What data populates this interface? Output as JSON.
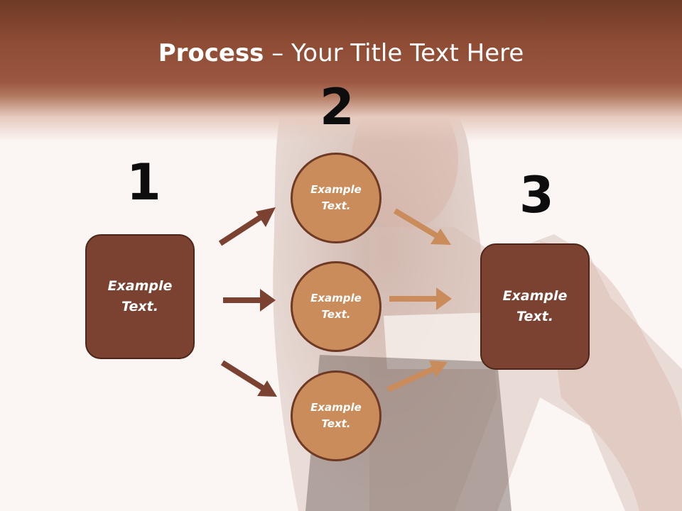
{
  "slide": {
    "title_bold": "Process",
    "title_rest": " – Your Title Text Here"
  },
  "steps": [
    {
      "number": "1",
      "text": "Example Text."
    },
    {
      "number": "2",
      "text": "Example Text."
    },
    {
      "number": "3",
      "text": "Example Text."
    }
  ],
  "circles": [
    {
      "text": "Example Text."
    },
    {
      "text": "Example Text."
    },
    {
      "text": "Example Text."
    }
  ],
  "colors": {
    "header": "#8e4c34",
    "box_fill": "#7b4232",
    "circle_fill": "#c98c5a",
    "arrow_dark": "#7b4232",
    "arrow_light": "#c98c5a"
  }
}
